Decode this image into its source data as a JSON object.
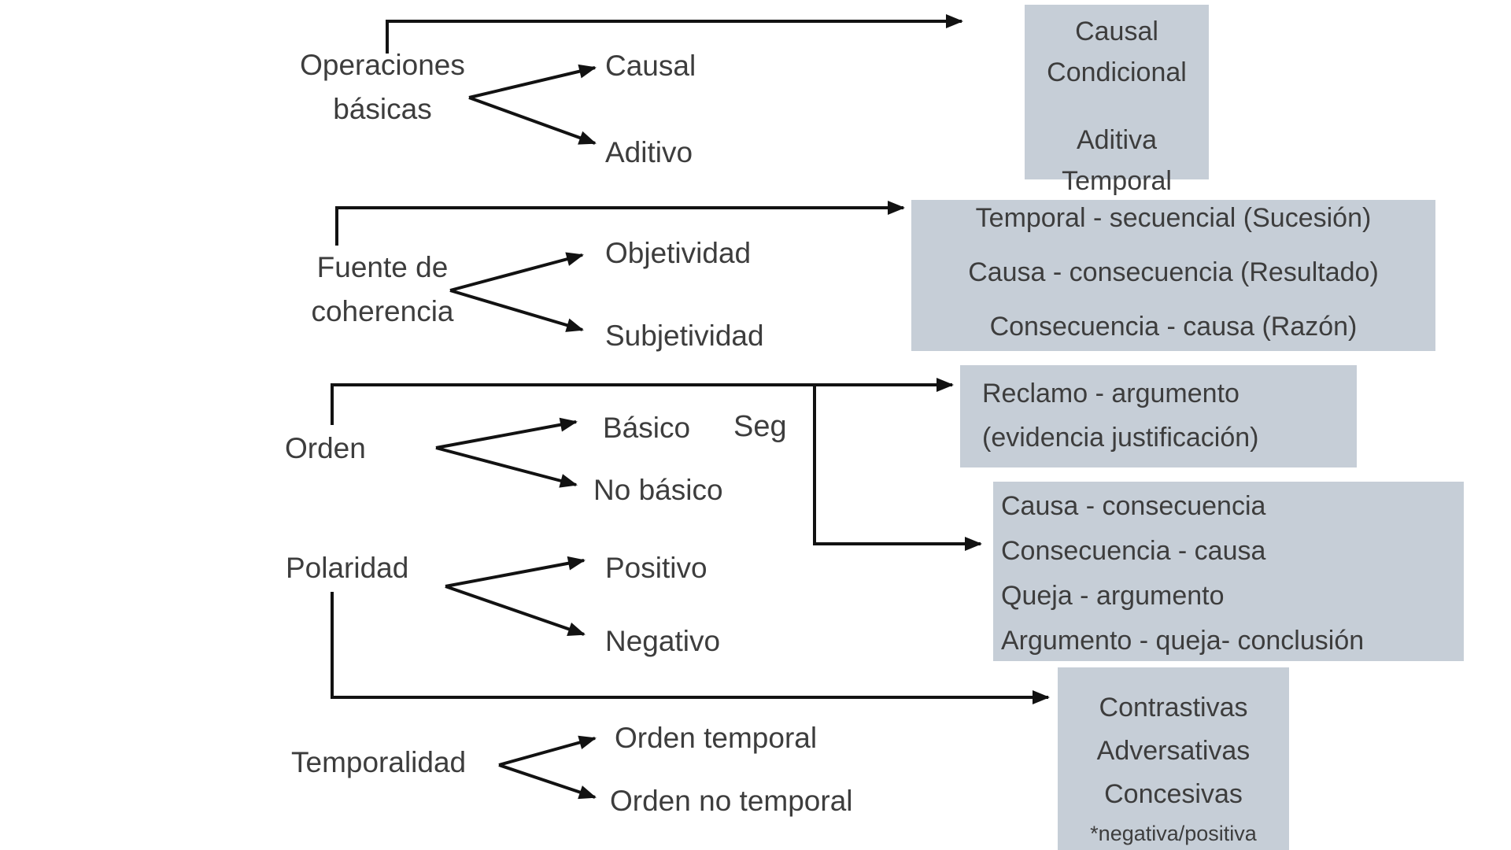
{
  "colors": {
    "box_bg": "#c6ced7",
    "text": "#3d3d3d",
    "arrow": "#121212"
  },
  "groups": [
    {
      "name": "operaciones-basicas",
      "parent": [
        "Operaciones",
        "básicas"
      ],
      "children": [
        "Causal",
        "Aditivo"
      ],
      "box": [
        "Causal",
        "Condicional",
        "Aditiva",
        "Temporal"
      ]
    },
    {
      "name": "fuente-de-coherencia",
      "parent": [
        "Fuente de",
        "coherencia"
      ],
      "children": [
        "Objetividad",
        "Subjetividad"
      ],
      "box": [
        "Temporal - secuencial  (Sucesión)",
        "Causa - consecuencia   (Resultado)",
        "Consecuencia - causa   (Razón)"
      ]
    },
    {
      "name": "orden",
      "parent": [
        "Orden"
      ],
      "children": [
        "Básico",
        "No básico"
      ],
      "stray_label": "Seg",
      "box": [
        "Reclamo - argumento",
        "(evidencia justificación)"
      ],
      "box2": [
        "Causa - consecuencia",
        "Consecuencia - causa",
        "Queja - argumento",
        "Argumento - queja- conclusión"
      ]
    },
    {
      "name": "polaridad",
      "parent": [
        "Polaridad"
      ],
      "children": [
        "Positivo",
        "Negativo"
      ],
      "box": [
        "Contrastivas",
        "Adversativas",
        "Concesivas",
        "*negativa/positiva"
      ]
    },
    {
      "name": "temporalidad",
      "parent": [
        "Temporalidad"
      ],
      "children": [
        "Orden temporal",
        "Orden no temporal"
      ]
    }
  ]
}
